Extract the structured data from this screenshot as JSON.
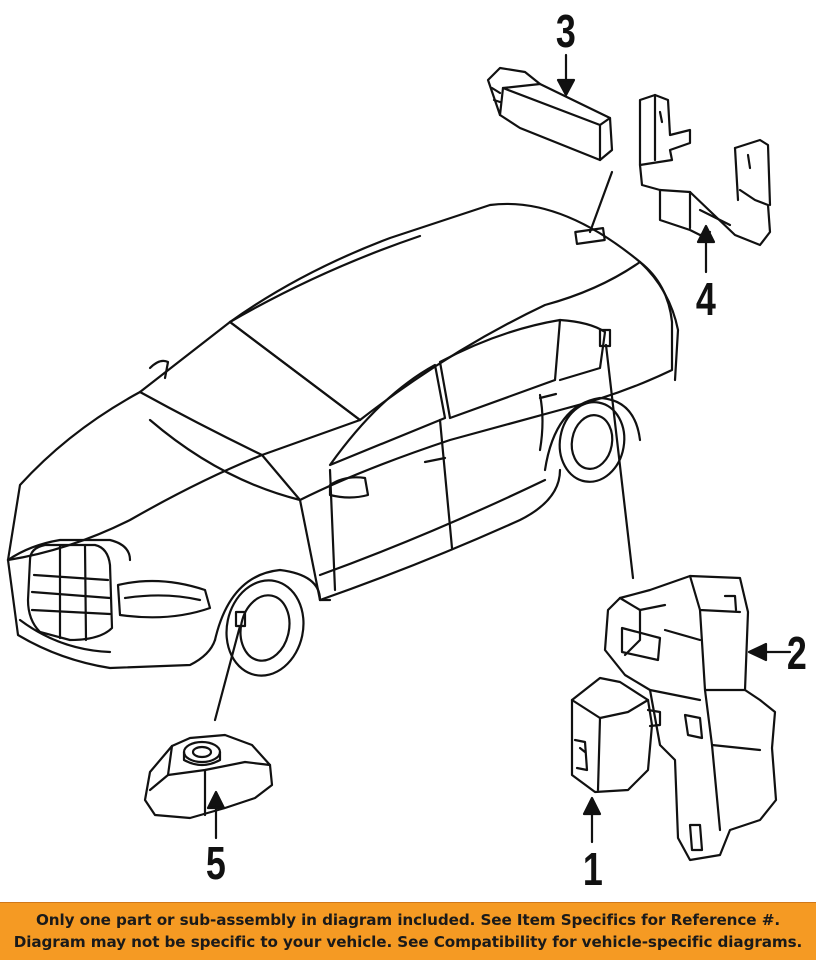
{
  "callouts": {
    "c1": "1",
    "c2": "2",
    "c3": "3",
    "c4": "4",
    "c5": "5"
  },
  "footer": {
    "line1": "Only one part or sub-assembly in diagram included. See Item Specifics for Reference #.",
    "line2": "Diagram may not be specific to your vehicle. See Compatibility for vehicle-specific diagrams.",
    "background": "#f59a23"
  },
  "icons": [
    "car-outline-drawing",
    "control-module",
    "bracket-assembly",
    "antenna-module",
    "mounting-bracket",
    "tire-pressure-sensor"
  ]
}
